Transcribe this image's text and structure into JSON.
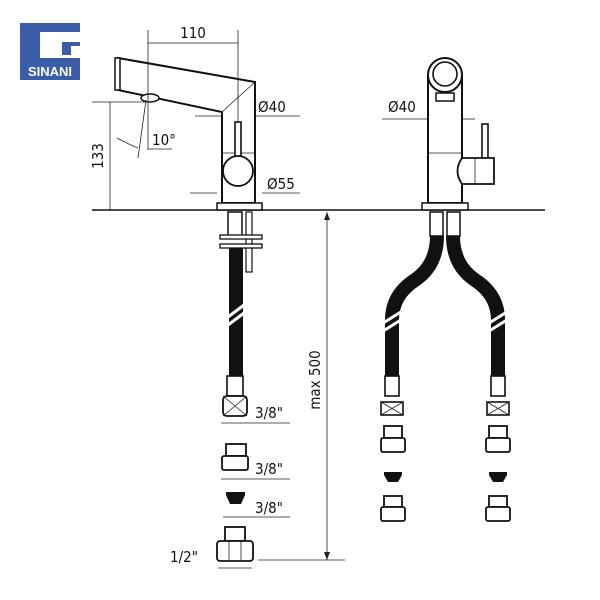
{
  "logo": {
    "text": "SINANI",
    "color": "#3b5ca8"
  },
  "side_view": {
    "dim_width": "110",
    "dim_spout_diameter": "Ø40",
    "dim_base_diameter": "Ø55",
    "dim_height": "133",
    "dim_angle": "10°",
    "fitting_labels": [
      "3/8\"",
      "3/8\"",
      "3/8\""
    ],
    "inlet_label": "1/2\""
  },
  "hose_length": "max 500",
  "front_view": {
    "dim_diameter": "Ø40"
  }
}
